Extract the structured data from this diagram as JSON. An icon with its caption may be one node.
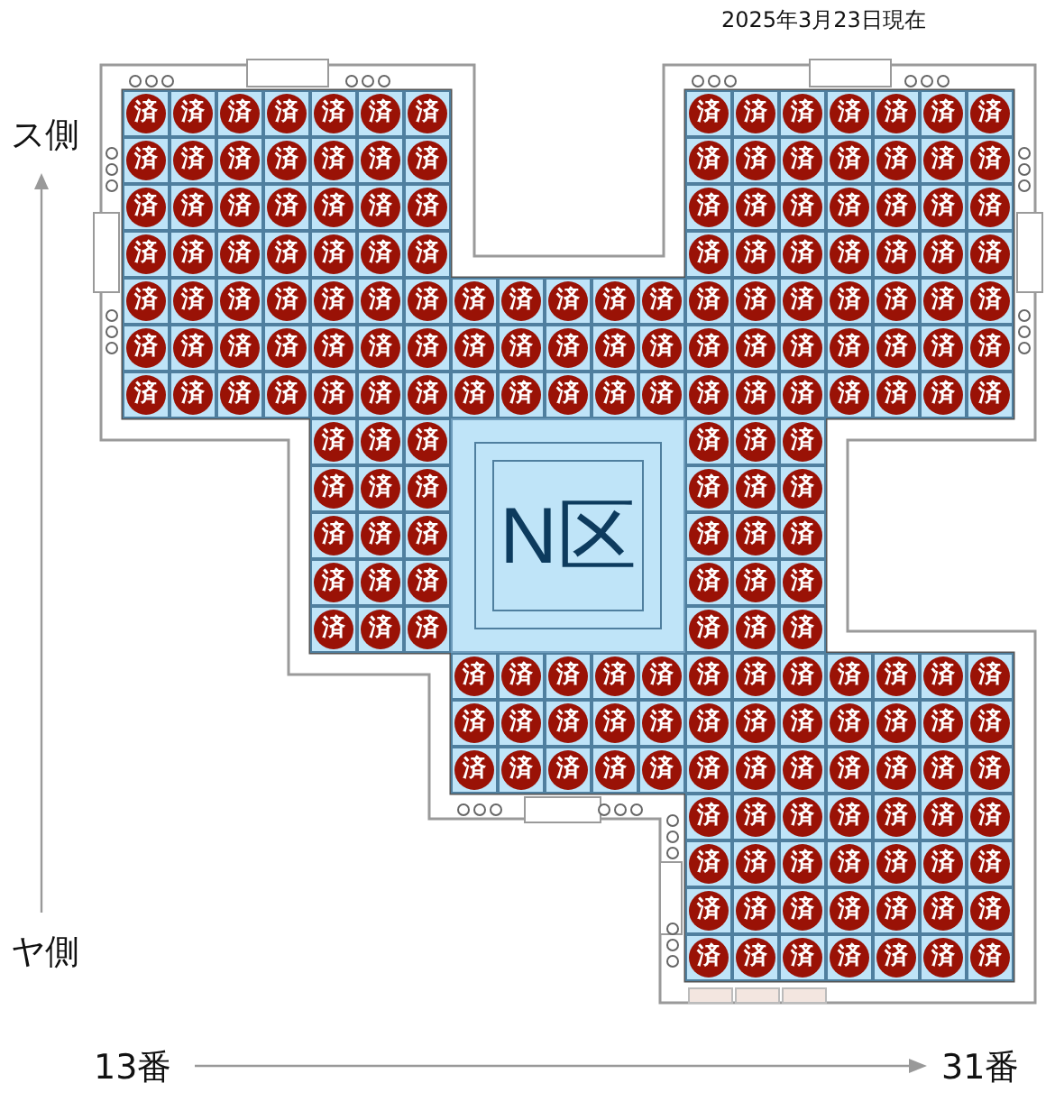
{
  "diagram": {
    "nodes": [
      {
        "text": [
          "済"
        ]
      },
      {
        "text": [
          "済"
        ]
      },
      {
        "text": [
          "済"
        ]
      },
      {
        "text": [
          "済"
        ]
      },
      {
        "text": [
          "済"
        ]
      },
      {
        "text": [
          "済"
        ]
      },
      {
        "text": [
          "済"
        ]
      },
      {
        "text": [
          "済"
        ]
      },
      {
        "text": [
          "済"
        ]
      },
      {
        "text": [
          "済"
        ]
      },
      {
        "text": [
          "済"
        ]
      },
      {
        "text": [
          "済"
        ]
      },
      {
        "text": [
          "済"
        ]
      },
      {
        "text": [
          "済"
        ]
      },
      {
        "text": [
          "済"
        ]
      },
      {
        "text": [
          "済"
        ]
      },
      {
        "text": [
          "済"
        ]
      },
      {
        "text": [
          "済"
        ]
      },
      {
        "text": [
          "済"
        ]
      },
      {
        "text": [
          "済"
        ]
      },
      {
        "text": [
          "済"
        ]
      },
      {
        "text": [
          "済"
        ]
      },
      {
        "text": [
          "済"
        ]
      },
      {
        "text": [
          "済"
        ]
      },
      {
        "text": [
          "済"
        ]
      },
      {
        "text": [
          "済"
        ]
      },
      {
        "text": [
          "済"
        ]
      },
      {
        "text": [
          "済"
        ]
      },
      {
        "text": [
          "済"
        ]
      },
      {
        "text": [
          "済"
        ]
      },
      {
        "text": [
          "済"
        ]
      },
      {
        "text": [
          "済"
        ]
      },
      {
        "text": [
          "済"
        ]
      },
      {
        "text": [
          "済"
        ]
      },
      {
        "text": [
          "済"
        ]
      },
      {
        "text": [
          "済"
        ]
      },
      {
        "text": [
          "済"
        ]
      },
      {
        "text": [
          "済"
        ]
      },
      {
        "text": [
          "済"
        ]
      },
      {
        "text": [
          "済"
        ]
      },
      {
        "text": [
          "済"
        ]
      },
      {
        "text": [
          "済"
        ]
      },
      {
        "text": [
          "済"
        ]
      },
      {
        "text": [
          "済"
        ]
      },
      {
        "text": [
          "済"
        ]
      },
      {
        "text": [
          "済"
        ]
      },
      {
        "text": [
          "済"
        ]
      },
      {
        "text": [
          "済"
        ]
      },
      {
        "text": [
          "済"
        ]
      },
      {
        "text": [
          "済"
        ]
      },
      {
        "text": [
          "済"
        ]
      },
      {
        "text": [
          "済"
        ]
      },
      {
        "text": [
          "済"
        ]
      },
      {
        "text": [
          "済"
        ]
      },
      {
        "text": [
          "済"
        ]
      },
      {
        "text": [
          "済"
        ]
      },
      {
        "text": [
          "済"
        ]
      },
      {
        "text": [
          "済"
        ]
      },
      {
        "text": [
          "済"
        ]
      },
      {
        "text": [
          "済"
        ]
      },
      {
        "text": [
          "済"
        ]
      },
      {
        "text": [
          "済"
        ]
      },
      {
        "text": [
          "済"
        ]
      },
      {
        "text": [
          "済"
        ]
      },
      {
        "text": [
          "済"
        ]
      },
      {
        "text": [
          "済"
        ]
      },
      {
        "text": [
          "済"
        ]
      },
      {
        "text": [
          "済"
        ]
      },
      {
        "text": [
          "済"
        ]
      },
      {
        "text": [
          "済"
        ]
      },
      {
        "text": [
          "済"
        ]
      },
      {
        "text": [
          "済"
        ]
      },
      {
        "text": [
          "済"
        ]
      },
      {
        "text": [
          "済"
        ]
      },
      {
        "text": [
          "済"
        ]
      },
      {
        "text": [
          "済"
        ]
      },
      {
        "text": [
          "済"
        ]
      },
      {
        "text": [
          "済"
        ]
      },
      {
        "text": [
          "済"
        ]
      },
      {
        "text": [
          "済"
        ]
      },
      {
        "text": [
          "済"
        ]
      },
      {
        "text": [
          "済"
        ]
      },
      {
        "text": [
          "済"
        ]
      },
      {
        "text": [
          "済"
        ]
      },
      {
        "text": [
          "済"
        ]
      },
      {
        "text": [
          "済"
        ]
      },
      {
        "text": [
          "済"
        ]
      },
      {
        "text": [
          "済"
        ]
      },
      {
        "text": [
          "済"
        ]
      },
      {
        "text": [
          "済"
        ]
      },
      {
        "text": [
          "済"
        ]
      },
      {
        "text": [
          "済"
        ]
      },
      {
        "text": [
          "済"
        ]
      },
      {
        "text": [
          "済"
        ]
      },
      {
        "text": [
          "済"
        ]
      },
      {
        "text": [
          "済"
        ]
      },
      {
        "text": [
          "済"
        ]
      },
      {
        "text": [
          "済"
        ]
      },
      {
        "text": [
          "済"
        ]
      },
      {
        "text": [
          "済"
        ]
      },
      {
        "text": [
          "済"
        ]
      },
      {
        "text": [
          "済"
        ]
      },
      {
        "text": [
          "済"
        ]
      },
      {
        "text": [
          "済"
        ]
      },
      {
        "text": [
          "済"
        ]
      },
      {
        "text": [
          "済"
        ]
      },
      {
        "text": [
          "済"
        ]
      },
      {
        "text": [
          "済"
        ]
      },
      {
        "text": [
          "済"
        ]
      },
      {
        "text": [
          "済"
        ]
      },
      {
        "text": [
          "済"
        ]
      },
      {
        "text": [
          "済"
        ]
      },
      {
        "text": [
          "済"
        ]
      },
      {
        "text": [
          "済"
        ]
      },
      {
        "text": [
          "済"
        ]
      },
      {
        "text": [
          "済"
        ]
      },
      {
        "text": [
          "N区"
        ]
      },
      {
        "text": [
          "済"
        ]
      },
      {
        "text": [
          "済"
        ]
      },
      {
        "text": [
          "済"
        ]
      },
      {
        "text": [
          "済"
        ]
      },
      {
        "text": [
          "済"
        ]
      },
      {
        "text": [
          "済"
        ]
      },
      {
        "text": [
          "済"
        ]
      },
      {
        "text": [
          "済"
        ]
      },
      {
        "text": [
          "済"
        ]
      },
      {
        "text": [
          "済"
        ]
      },
      {
        "text": [
          "済"
        ]
      },
      {
        "text": [
          "済"
        ]
      },
      {
        "text": [
          "済"
        ]
      },
      {
        "text": [
          "済"
        ]
      },
      {
        "text": [
          "済"
        ]
      },
      {
        "text": [
          "済"
        ]
      },
      {
        "text": [
          "済"
        ]
      },
      {
        "text": [
          "済"
        ]
      },
      {
        "text": [
          "済"
        ]
      },
      {
        "text": [
          "済"
        ]
      },
      {
        "text": [
          "済"
        ]
      },
      {
        "text": [
          "済"
        ]
      },
      {
        "text": [
          "済"
        ]
      },
      {
        "text": [
          "済"
        ]
      },
      {
        "text": [
          "済"
        ]
      },
      {
        "text": [
          "済"
        ]
      },
      {
        "text": [
          "済"
        ]
      },
      {
        "text": [
          "済"
        ]
      },
      {
        "text": [
          "済"
        ]
      },
      {
        "text": [
          "済"
        ]
      },
      {
        "text": [
          "済"
        ]
      },
      {
        "text": [
          "済"
        ]
      },
      {
        "text": [
          "済"
        ]
      },
      {
        "text": [
          "済"
        ]
      },
      {
        "text": [
          "済"
        ]
      },
      {
        "text": [
          "済"
        ]
      },
      {
        "text": [
          "済"
        ]
      },
      {
        "text": [
          "済"
        ]
      },
      {
        "text": [
          "済"
        ]
      },
      {
        "text": [
          "済"
        ]
      },
      {
        "text": [
          "済"
        ]
      },
      {
        "text": [
          "済"
        ]
      },
      {
        "text": [
          "済"
        ]
      },
      {
        "text": [
          "済"
        ]
      },
      {
        "text": [
          "済"
        ]
      },
      {
        "text": [
          "済"
        ]
      },
      {
        "text": [
          "済"
        ]
      },
      {
        "text": [
          "済"
        ]
      },
      {
        "text": [
          "済"
        ]
      },
      {
        "text": [
          "済"
        ]
      },
      {
        "text": [
          "済"
        ]
      },
      {
        "text": [
          "済"
        ]
      },
      {
        "text": [
          "済"
        ]
      },
      {
        "text": [
          "済"
        ]
      },
      {
        "text": [
          "済"
        ]
      },
      {
        "text": [
          "済"
        ]
      },
      {
        "text": [
          "済"
        ]
      },
      {
        "text": [
          "済"
        ]
      },
      {
        "text": [
          "済"
        ]
      },
      {
        "text": [
          "済"
        ]
      },
      {
        "text": [
          "済"
        ]
      },
      {
        "text": [
          "済"
        ]
      },
      {
        "text": [
          "済"
        ]
      },
      {
        "text": [
          "済"
        ]
      },
      {
        "text": [
          "済"
        ]
      },
      {
        "text": [
          "済"
        ]
      },
      {
        "text": [
          "済"
        ]
      },
      {
        "text": [
          "済"
        ]
      },
      {
        "text": [
          "済"
        ]
      },
      {
        "text": [
          "済"
        ]
      },
      {
        "text": [
          "済"
        ]
      },
      {
        "text": [
          "済"
        ]
      },
      {
        "text": [
          "済"
        ]
      },
      {
        "text": [
          "済"
        ]
      },
      {
        "text": [
          "済"
        ]
      },
      {
        "text": [
          "済"
        ]
      },
      {
        "text": [
          "済"
        ]
      },
      {
        "text": [
          "済"
        ]
      },
      {
        "text": [
          "済"
        ]
      },
      {
        "text": [
          "済"
        ]
      },
      {
        "text": [
          "済"
        ]
      },
      {
        "text": [
          "済"
        ]
      },
      {
        "text": [
          "済"
        ]
      },
      {
        "text": [
          "済"
        ]
      },
      {
        "text": [
          "済"
        ]
      },
      {
        "text": [
          "済"
        ]
      },
      {
        "text": [
          "済"
        ]
      },
      {
        "text": [
          "済"
        ]
      },
      {
        "text": [
          "済"
        ]
      },
      {
        "text": [
          "済"
        ]
      },
      {
        "text": [
          "済"
        ]
      }
    ],
    "labels": [
      "2025年3月23日現在",
      "ス側",
      "ヤ側",
      "13番",
      "31番"
    ]
  }
}
